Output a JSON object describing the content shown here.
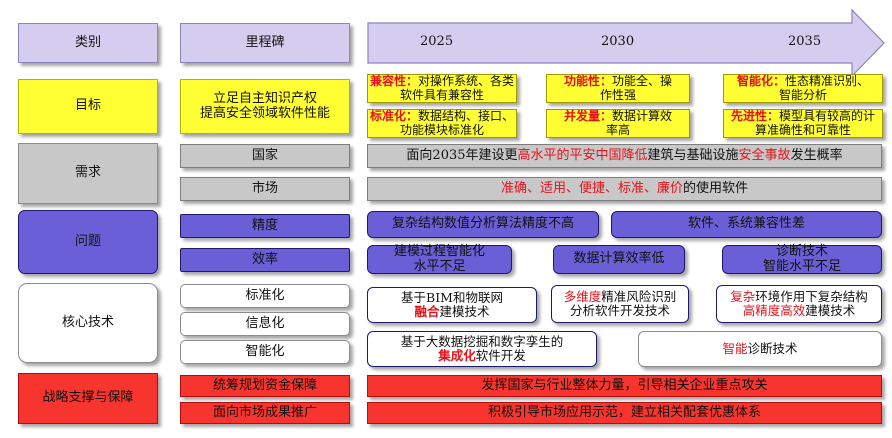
{
  "header": {
    "category": "类别",
    "milestone": "里程碑",
    "years": [
      "2025",
      "2030",
      "2035"
    ]
  },
  "goal": {
    "label": "目标",
    "milestone_text": "立足自主知识产权\n提高安全领域软件性能",
    "items": [
      {
        "key": "兼容性：",
        "text": "对操作系统、各类软件具有兼容性"
      },
      {
        "key": "功能性：",
        "text": "功能全、操作性强"
      },
      {
        "key": "智能化：",
        "text": "性态精准识别、智能分析"
      },
      {
        "key": "标准化：",
        "text": "数据结构、接口、功能模块标准化"
      },
      {
        "key": "并发量：",
        "text": "数据计算效率高"
      },
      {
        "key": "先进性：",
        "text": "模型具有较高的计算准确性和可靠性"
      }
    ]
  },
  "demand": {
    "label": "需求",
    "country": "国家",
    "market": "市场",
    "country_text": {
      "p1": "面向2035年建设更",
      "h1": "高水平的平安中国降低",
      "p2": "建筑与基础设施",
      "h2": "安全事故",
      "p3": "发生概率"
    },
    "market_text": {
      "h1": "准确、适用、便捷、标准、廉价",
      "p1": "的使用软件"
    }
  },
  "problem": {
    "label": "问题",
    "precision": "精度",
    "efficiency": "效率",
    "items": [
      "复杂结构数值分析算法精度不高",
      "软件、系统兼容性差",
      "建模过程智能化\n水平不足",
      "数据计算效率低",
      "诊断技术\n智能水平不足"
    ]
  },
  "core": {
    "label": "核心技术",
    "standard": "标准化",
    "info": "信息化",
    "intel": "智能化",
    "t1": {
      "p1": "基于BIM和物联网",
      "h1": "融合",
      "p2": "建模技术"
    },
    "t2": {
      "h1": "多维度",
      "p1": "精准风险识别",
      "p2": "分析软件开发技术"
    },
    "t3": {
      "h1": "复杂",
      "p1": "环境作用下复杂结构",
      "h2": "高精度高效",
      "p2": "建模技术"
    },
    "t4": {
      "p1": "基于大数据挖掘和数字孪生的",
      "h1": "集成化",
      "p2": "软件开发"
    },
    "t5": {
      "h1": "智能",
      "p1": "诊断技术"
    }
  },
  "strategy": {
    "label": "战略支撑与保障",
    "m1": "统筹规划资金保障",
    "m2": "面向市场成果推广",
    "r1": "发挥国家与行业整体力量，引导相关企业重点攻关",
    "r2": "积极引导市场应用示范，建立相关配套优惠体系"
  },
  "colors": {
    "lavender": "#d4cdef",
    "yellow": "#ffff33",
    "gray": "#c8c8c8",
    "blue": "#6a5fd6",
    "red": "#f7342e",
    "highlight": "#e6121b"
  }
}
